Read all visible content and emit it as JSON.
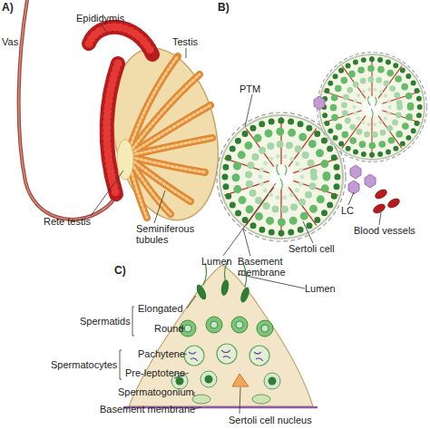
{
  "diagram": {
    "labels": [
      "A)",
      "B)",
      "Vas",
      "Epididymis",
      "Testis",
      "Rete testis",
      "Seminiferous tubules",
      "PTM",
      "LC",
      "Blood vessels",
      "Sertoli cell",
      "Lumen",
      "Basement membrane",
      "C)",
      "Lumen",
      "Spermatids",
      "Elongated",
      "Round",
      "Spermatocytes",
      "Pachytene",
      "Pre-leptotene",
      "Spermatogonium",
      "Basement membrane",
      "Sertoli cell nucleus"
    ]
  }
}
